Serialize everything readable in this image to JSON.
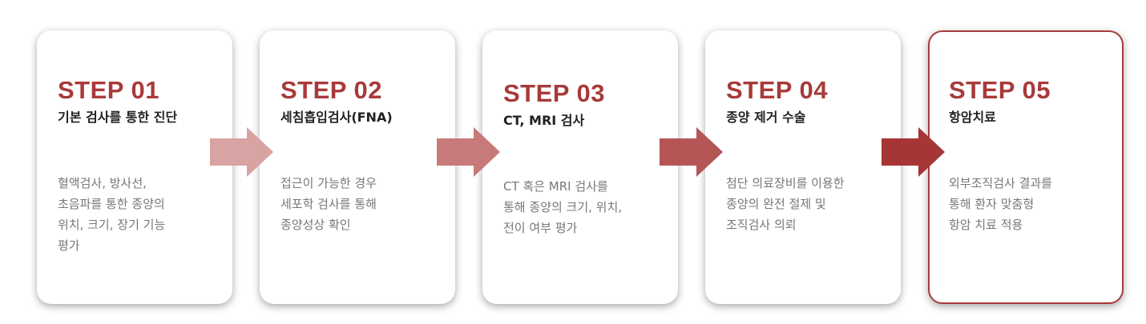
{
  "steps": [
    {
      "step": "STEP 01",
      "title": "기본 검사를 통한 진단",
      "desc": "혈액검사, 방사선,\n초음파를 통한 종양의\n위치, 크기, 장기 기능\n평가"
    },
    {
      "step": "STEP 02",
      "title": "세침흡입검사(FNA)",
      "desc": "접근이 가능한 경우\n세포학 검사를 통해\n종양성상 확인"
    },
    {
      "step": "STEP 03",
      "title": "CT, MRI 검사",
      "desc": "CT 혹은 MRI 검사를\n통해 종양의 크기, 위치,\n전이 여부 평가"
    },
    {
      "step": "STEP 04",
      "title": "종양 제거 수술",
      "desc": "첨단 의료장비를 이용한\n종양의 완전 절제 및\n조직검사 의뢰"
    },
    {
      "step": "STEP 05",
      "title": "항암치료",
      "desc": "외부조직검사 결과를\n통해 환자 맞춤형\n항암 치료 적용"
    }
  ],
  "colors": {
    "accent": "#a83a3a",
    "arrows": [
      "#d7a3a3",
      "#c67a7a",
      "#b45656",
      "#a63535"
    ]
  }
}
